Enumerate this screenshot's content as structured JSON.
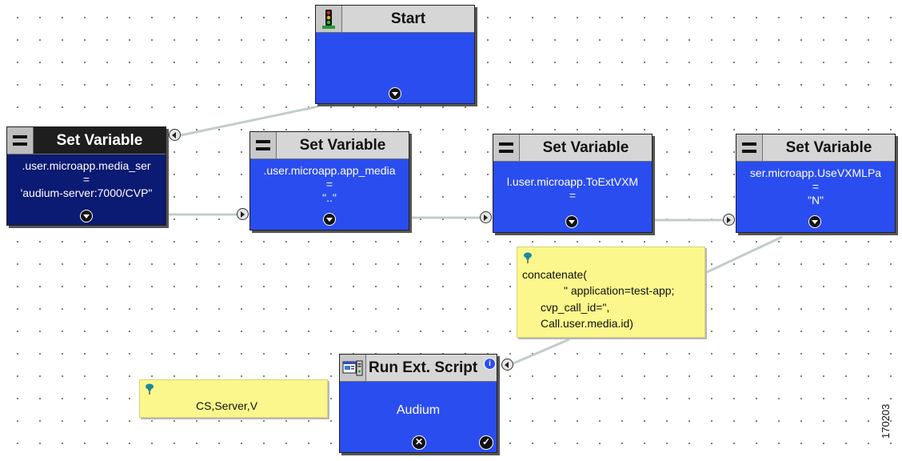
{
  "nodes": {
    "start": {
      "title": "Start",
      "icon": "traffic-light-icon"
    },
    "set_var_1": {
      "title": "Set Variable",
      "lines": [
        ".user.microapp.media_ser",
        "=",
        "'audium-server:7000/CVP\""
      ]
    },
    "set_var_2": {
      "title": "Set Variable",
      "lines": [
        ".user.microapp.app_media",
        "=",
        "\"..\""
      ]
    },
    "set_var_3": {
      "title": "Set Variable",
      "lines": [
        "l.user.microapp.ToExtVXM",
        "="
      ]
    },
    "set_var_4": {
      "title": "Set Variable",
      "lines": [
        "ser.microapp.UseVXMLPa",
        "=",
        "\"N\""
      ]
    },
    "run_ext_script": {
      "title": "Run Ext. Script",
      "body": "Audium",
      "icon": "script-icon"
    }
  },
  "notes": {
    "concatenate": {
      "lines": [
        "concatenate(",
        "\" application=test-app;",
        "cvp_call_id=\",",
        "Call.user.media.id)"
      ]
    },
    "server": {
      "text": "CS,Server,V"
    }
  },
  "figure_id": "170203",
  "colors": {
    "node_body": "#2a4df0",
    "node_selected": "#0b1a72",
    "note": "#fbf78c",
    "connector": "#c2cccc"
  },
  "connectors": [
    {
      "from": "start",
      "to": "set_var_1"
    },
    {
      "from": "set_var_1",
      "to": "set_var_2"
    },
    {
      "from": "set_var_2",
      "to": "set_var_3"
    },
    {
      "from": "set_var_3",
      "to": "set_var_4"
    },
    {
      "from": "set_var_4",
      "to": "run_ext_script"
    }
  ]
}
